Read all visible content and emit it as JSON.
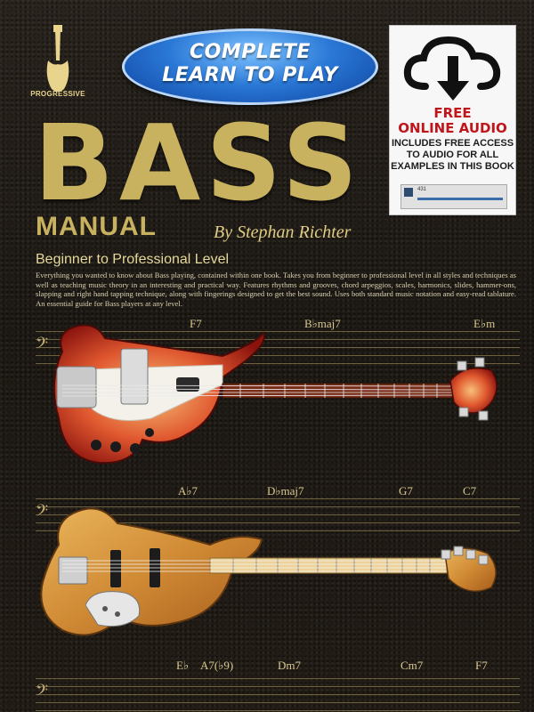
{
  "brand": {
    "logo_text": "PROGRESSIVE"
  },
  "banner": {
    "line1": "COMPLETE",
    "line2": "LEARN TO PLAY"
  },
  "title": "BASS",
  "subtitle_word": "MANUAL",
  "author": "By Stephan Richter",
  "level": "Beginner to Professional Level",
  "blurb": "Everything you wanted to know about Bass playing, contained within one book. Takes you from beginner to professional level in all styles and techniques as well as teaching music theory in an interesting and practical way. Features rhythms and grooves, chord arpeggios, scales, harmonics, slides, hammer-ons, slapping and right hand tapping technique, along with fingerings designed to get the best sound. Uses both standard music notation and easy-read tablature. An essential guide for Bass players at any level.",
  "download": {
    "icon": "cloud-download-icon",
    "free_line1": "FREE",
    "free_line2": "ONLINE AUDIO",
    "desc_line1": "INCLUDES FREE ACCESS",
    "desc_line2": "TO AUDIO FOR ALL",
    "desc_line3": "EXAMPLES IN THIS BOOK",
    "track": "431"
  },
  "chords": {
    "row1": [
      "F7",
      "B♭maj7",
      "E♭m"
    ],
    "row2": [
      "A♭7",
      "D♭maj7",
      "G7",
      "C7"
    ],
    "row3": [
      "E♭",
      "A7(♭9)",
      "Dm7",
      "Cm7",
      "F7"
    ]
  },
  "colors": {
    "gold": "#c9b25f",
    "banner_blue": "#2a78d6",
    "free_red": "#c0151a"
  }
}
